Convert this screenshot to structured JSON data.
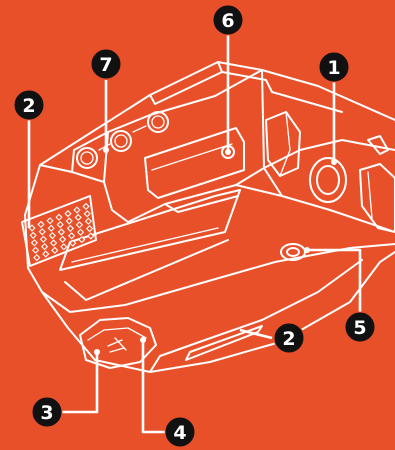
{
  "colors": {
    "background": "#e8502a",
    "line": "#ffffff",
    "badge": "#111111",
    "badge_text": "#ffffff"
  },
  "callouts": [
    {
      "id": "camera-button",
      "label": "1"
    },
    {
      "id": "speaker-grille",
      "label": "2"
    },
    {
      "id": "side-vent",
      "label": "2"
    },
    {
      "id": "usb-port",
      "label": "3"
    },
    {
      "id": "usb-cover",
      "label": "4"
    },
    {
      "id": "tripod-mount",
      "label": "5"
    },
    {
      "id": "indicator-light",
      "label": "6"
    },
    {
      "id": "lens-array",
      "label": "7"
    }
  ]
}
